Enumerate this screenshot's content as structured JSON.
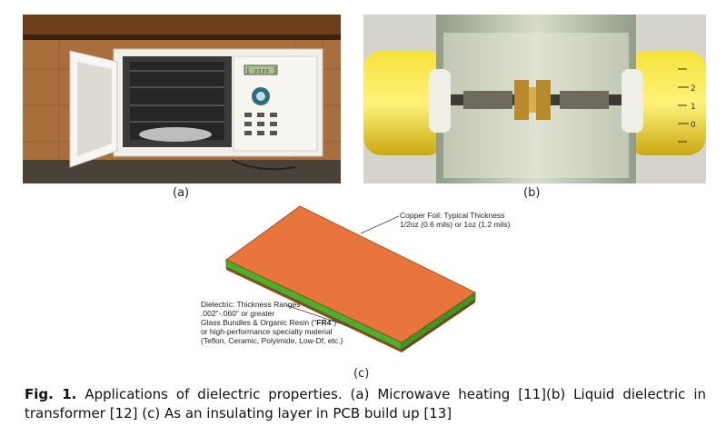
{
  "panels": {
    "a": {
      "label": "(a)",
      "display": "[ ▯▯▯▯ ]"
    },
    "b": {
      "label": "(b)",
      "dial_marks": [
        "2",
        "1",
        "0"
      ]
    },
    "c": {
      "label": "(c)"
    }
  },
  "pcb": {
    "copper_note": [
      "Copper Foil: Typical Thickness",
      "1/2oz (0.6 mils) or 1oz (1.2 mils)"
    ],
    "dielectric_note": {
      "line1": "Dielectric: Thickness Ranges",
      "line2": ".002\"-.060\" or greater",
      "line3_prefix": "Glass Bundles & Organic Resin (\"",
      "line3_bold": "FR4",
      "line3_suffix": "\")",
      "line4": "or high-performance specialty material",
      "line5": "(Teflon, Ceramic, Polyimide, Low-Df, etc.)"
    },
    "colors": {
      "copper": "#e8753c",
      "dielectric": "#4caf2a",
      "edge": "#8b4a1c"
    }
  },
  "caption": {
    "fig_label": "Fig. 1.",
    "text": " Applications of dielectric properties. (a) Microwave heating [11](b) Liquid dielectric in transformer [12] (c) As an insulating layer in PCB build up [13]"
  }
}
